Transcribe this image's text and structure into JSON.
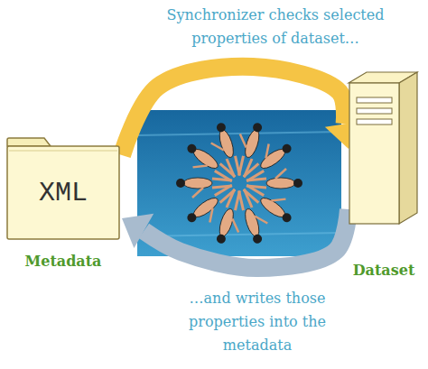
{
  "diagram": {
    "nodes": [
      {
        "text": [
          "XML",
          "Metadata"
        ]
      },
      {
        "text": [
          "Dataset"
        ]
      }
    ],
    "edges": [
      {
        "from": 0,
        "to": 1,
        "arrow": "to",
        "label": "Synchronizer checks selected properties of dataset…"
      },
      {
        "from": 1,
        "to": 0,
        "arrow": "to",
        "label": "…and writes those properties into the metadata"
      }
    ]
  }
}
